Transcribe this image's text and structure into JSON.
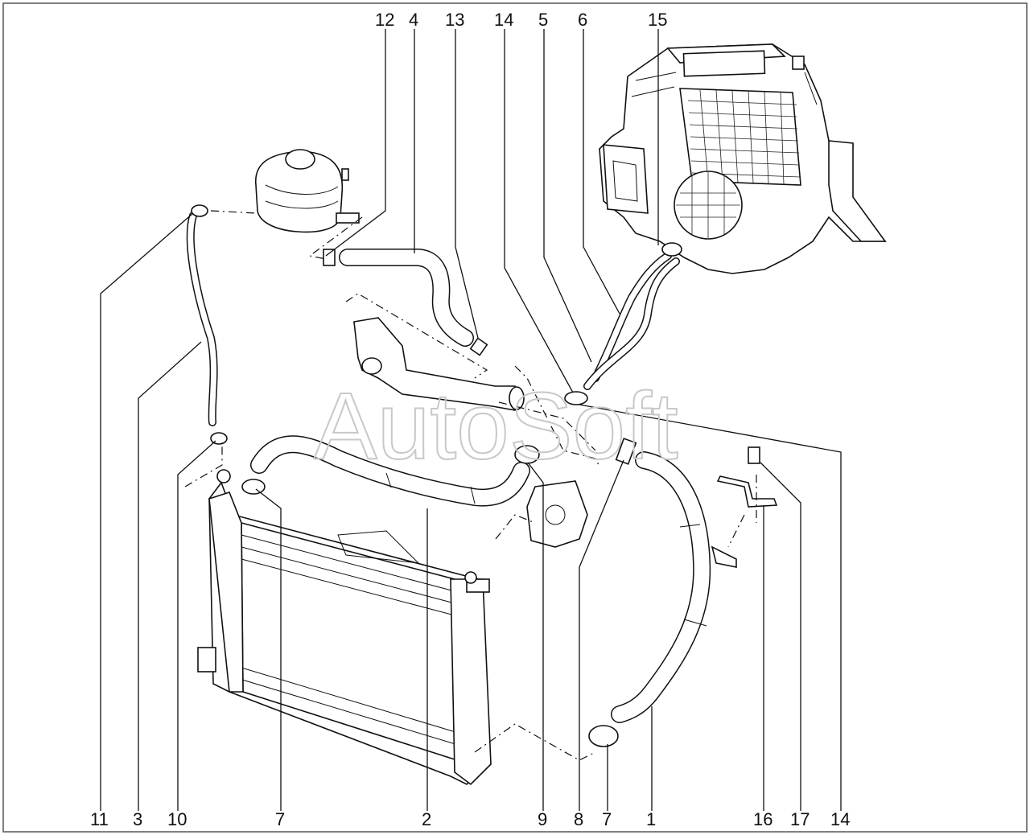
{
  "watermark": "AutoSoft",
  "callouts_top": [
    {
      "id": "c12",
      "text": "12"
    },
    {
      "id": "c4",
      "text": "4"
    },
    {
      "id": "c13",
      "text": "13"
    },
    {
      "id": "c14a",
      "text": "14"
    },
    {
      "id": "c5",
      "text": "5"
    },
    {
      "id": "c6",
      "text": "6"
    },
    {
      "id": "c15",
      "text": "15"
    }
  ],
  "callouts_bottom": [
    {
      "id": "c11",
      "text": "11"
    },
    {
      "id": "c3",
      "text": "3"
    },
    {
      "id": "c10",
      "text": "10"
    },
    {
      "id": "c7a",
      "text": "7"
    },
    {
      "id": "c2",
      "text": "2"
    },
    {
      "id": "c9",
      "text": "9"
    },
    {
      "id": "c8",
      "text": "8"
    },
    {
      "id": "c7b",
      "text": "7"
    },
    {
      "id": "c1",
      "text": "1"
    },
    {
      "id": "c16",
      "text": "16"
    },
    {
      "id": "c17",
      "text": "17"
    },
    {
      "id": "c14b",
      "text": "14"
    }
  ]
}
